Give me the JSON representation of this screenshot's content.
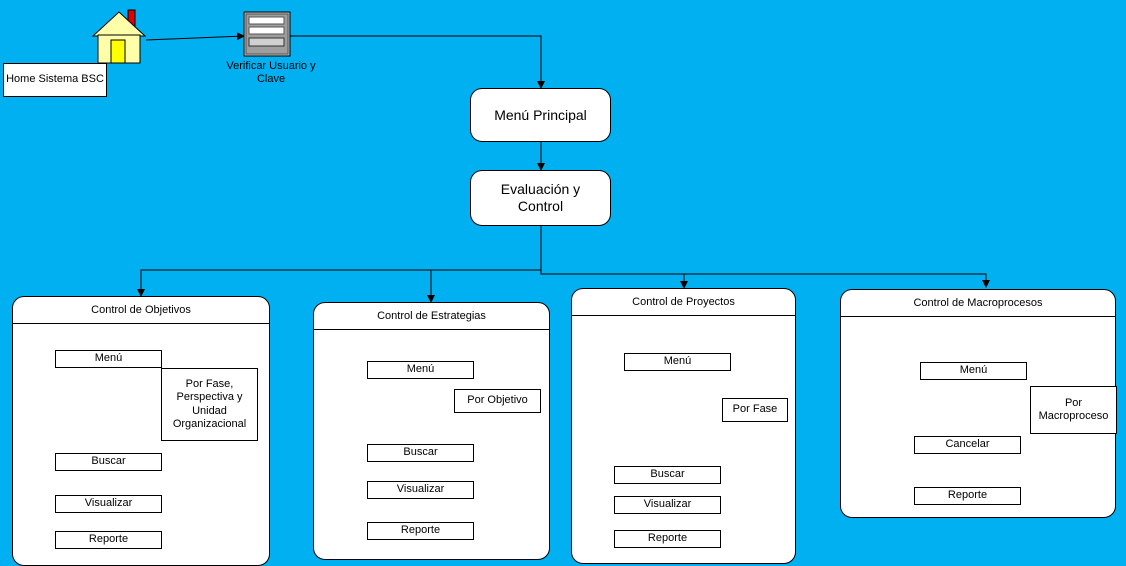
{
  "start": {
    "home_label": "Home Sistema BSC",
    "verify_label": "Verificar Usuario y Clave"
  },
  "main_menu": {
    "label": "Menú Principal"
  },
  "eval_control": {
    "label": "Evaluación y Control"
  },
  "panels": [
    {
      "title": "Control de Objetivos",
      "menu": "Menú",
      "sub": "Por Fase, Perspectiva y Unidad Organizacional",
      "actions": [
        "Buscar",
        "Visualizar",
        "Reporte"
      ]
    },
    {
      "title": "Control de Estrategias",
      "menu": "Menú",
      "sub": "Por Objetivo",
      "actions": [
        "Buscar",
        "Visualizar",
        "Reporte"
      ]
    },
    {
      "title": "Control de Proyectos",
      "menu": "Menú",
      "sub": "Por Fase",
      "actions": [
        "Buscar",
        "Visualizar",
        "Reporte"
      ]
    },
    {
      "title": "Control de Macroprocesos",
      "menu": "Menú",
      "sub": "Por Macroproceso",
      "actions": [
        "Cancelar",
        "Reporte"
      ]
    }
  ],
  "colors": {
    "background": "#00B0F0",
    "box": "#FFFFFF",
    "house_wall": "#FFFFAA",
    "house_door": "#FFFF00",
    "chimney": "#E00000"
  },
  "icons": [
    "house-icon",
    "login-form-icon"
  ]
}
